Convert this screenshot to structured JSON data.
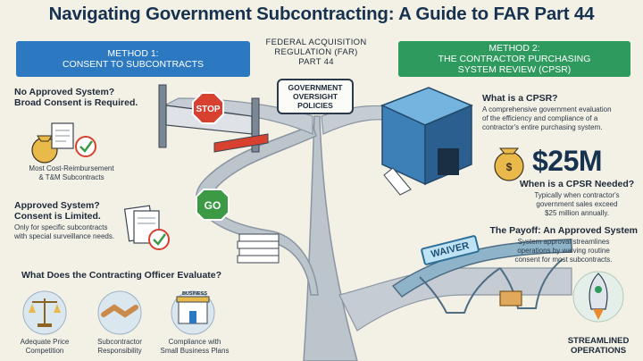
{
  "title": "Navigating Government Subcontracting: A Guide to FAR Part 44",
  "method1": {
    "line1": "METHOD 1:",
    "line2": "CONSENT TO SUBCONTRACTS"
  },
  "method2": {
    "line1": "METHOD 2:",
    "line2": "THE CONTRACTOR PURCHASING",
    "line3": "SYSTEM REVIEW (CPSR)"
  },
  "far": {
    "line1": "FEDERAL ACQUISITION",
    "line2": "REGULATION (FAR)",
    "line3": "PART 44"
  },
  "oversight": {
    "line1": "GOVERNMENT",
    "line2": "OVERSIGHT",
    "line3": "POLICIES"
  },
  "no_system": {
    "heading1": "No Approved System?",
    "heading2": "Broad Consent is Required.",
    "caption1": "Most Cost-Reimbursement",
    "caption2": "& T&M Subcontracts"
  },
  "approved": {
    "heading1": "Approved System?",
    "heading2": "Consent is Limited.",
    "text1": "Only for specific subcontracts",
    "text2": "with special surveillance needs."
  },
  "evaluate": {
    "heading": "What Does the Contracting Officer Evaluate?",
    "items": [
      {
        "line1": "Adequate Price",
        "line2": "Competition",
        "icon": "scales-icon"
      },
      {
        "line1": "Subcontractor",
        "line2": "Responsibility",
        "icon": "handshake-icon"
      },
      {
        "line1": "Compliance with",
        "line2": "Small Business Plans",
        "icon": "storefront-icon"
      }
    ],
    "business_sign": "BUSINESS"
  },
  "cpsr": {
    "heading": "What is a CPSR?",
    "text1": "A comprehensive government evaluation",
    "text2": "of the efficiency and compliance of a",
    "text3": "contractor's entire purchasing system."
  },
  "threshold": {
    "amount": "$25M",
    "heading": "When is a CPSR Needed?",
    "text1": "Typically when contractor's",
    "text2": "government sales exceed",
    "text3": "$25 million annually."
  },
  "payoff": {
    "heading": "The Payoff: An Approved System",
    "text1": "System approval streamlines",
    "text2": "operations by waiving routine",
    "text3": "consent for most subcontracts."
  },
  "waiver_label": "WAIVER",
  "stop_label": "STOP",
  "go_label": "GO",
  "streamlined": {
    "line1": "STREAMLINED",
    "line2": "OPERATIONS"
  },
  "colors": {
    "method1": "#2d79c1",
    "method2": "#2e9a5e",
    "title": "#16324f",
    "road": "#bcc4cc",
    "stop": "#d8402f",
    "go": "#3c9a45"
  }
}
